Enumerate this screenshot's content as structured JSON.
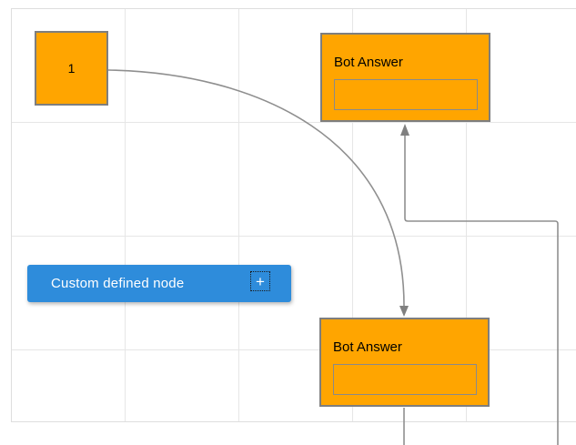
{
  "diagram": {
    "nodes": {
      "start": {
        "label": "1"
      },
      "bot_answer_top": {
        "title": "Bot Answer",
        "field_value": ""
      },
      "bot_answer_bottom": {
        "title": "Bot Answer",
        "field_value": ""
      },
      "custom": {
        "label": "Custom defined node"
      }
    },
    "icons": {
      "add": "+"
    },
    "colors": {
      "node_orange": "#FFA500",
      "node_border": "#7E7E7E",
      "custom_blue": "#2E8CDB",
      "connector_gray": "#8F8F8F",
      "grid_gray": "#E4E4E4"
    }
  }
}
